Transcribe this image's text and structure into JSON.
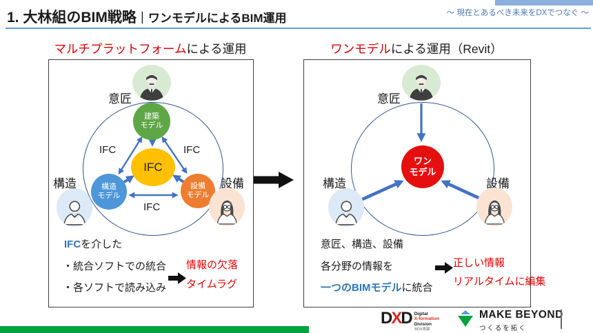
{
  "slide": {
    "title_main": "1. 大林組のBIM戦略",
    "title_sub": "｜ワンモデルによるBIM運用",
    "tagline": "〜 現在とあるべき未来をDXでつなぐ 〜"
  },
  "left": {
    "heading": {
      "highlight": "マルチプラットフォーム",
      "rest": "による運用"
    },
    "role_design": "意匠",
    "role_structure": "構造",
    "role_mep": "設備",
    "node_arch": {
      "l1": "建築",
      "l2": "モデル"
    },
    "node_struct": {
      "l1": "構造",
      "l2": "モデル"
    },
    "node_mep": {
      "l1": "設備",
      "l2": "モデル"
    },
    "node_hub": "IFC",
    "edge_left": "IFC",
    "edge_right": "IFC",
    "edge_bottom": "IFC",
    "desc": {
      "highlight": "IFC",
      "rest": "を介した"
    },
    "bullets": [
      "・統合ソフトでの統合",
      "・各ソフトで読み込み"
    ],
    "results": [
      "情報の欠落",
      "タイムラグ"
    ]
  },
  "right": {
    "heading": {
      "highlight": "ワンモデル",
      "rest": "による運用（Revit）"
    },
    "role_design": "意匠",
    "role_structure": "構造",
    "role_mep": "設備",
    "node_center": {
      "l1": "ワン",
      "l2": "モデル"
    },
    "lines": [
      "意匠、構造、設備",
      "各分野の情報を"
    ],
    "line3": {
      "highlight": "一つのBIMモデル",
      "rest": "に統合"
    },
    "results": [
      "正しい情報",
      "リアルタイムに編集"
    ]
  },
  "footer": {
    "dxd_d1": "D",
    "dxd_x": "X",
    "dxd_d2": "D",
    "dxd_line1": "Digital",
    "dxd_line2": "X-formation",
    "dxd_line3": "Division",
    "dxd_sub": "®DX本部",
    "brand": "MAKE BEYOND",
    "brand_sub": "つくるを拓く"
  },
  "colors": {
    "accent_blue": "#5B9BD5",
    "arrow_blue": "#4472C4",
    "node_green": "#5FA647",
    "node_yellow": "#FFC000",
    "node_blue": "#4D96D8",
    "node_orange": "#ED7D31",
    "node_red": "#E60F0F",
    "text_red": "#E60000",
    "text_blue": "#2E74B5",
    "footer_green": "#00A33E"
  }
}
